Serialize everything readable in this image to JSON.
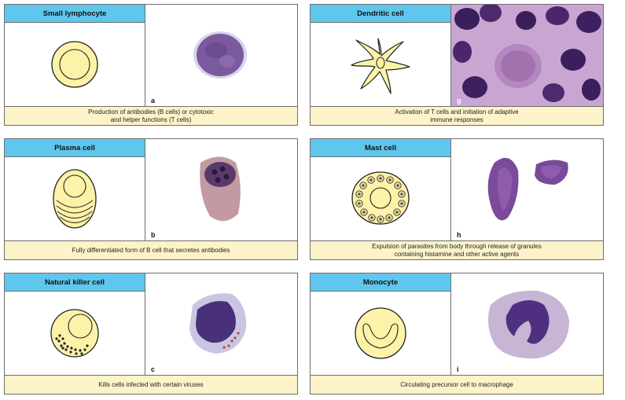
{
  "panels": [
    {
      "title": "Small lymphocyte",
      "letter": "a",
      "desc_lines": [
        "Production of antibodies (B cells) or cytotoxic",
        "and helper functions (T cells)"
      ]
    },
    {
      "title": "Dendritic cell",
      "letter": "g",
      "desc_lines": [
        "Activation of T cells and initiation of adaptive",
        "immune responses"
      ]
    },
    {
      "title": "Plasma cell",
      "letter": "b",
      "desc_lines": [
        "Fully differentiated form of B cell that secretes antibodies"
      ]
    },
    {
      "title": "Mast cell",
      "letter": "h",
      "desc_lines": [
        "Expulsion of parasites from body through release of granules",
        "containing histamine and other active agents"
      ]
    },
    {
      "title": "Natural killer cell",
      "letter": "c",
      "desc_lines": [
        "Kills cells infected with certain viruses"
      ]
    },
    {
      "title": "Monocyte",
      "letter": "i",
      "desc_lines": [
        "Circulating precursor cell to macrophage"
      ]
    }
  ],
  "colors": {
    "header_bg": "#5fc7ee",
    "caption_bg": "#fdf3c8",
    "cell_fill": "#fdf3a8",
    "stain_purple": "#6a3f8e"
  }
}
